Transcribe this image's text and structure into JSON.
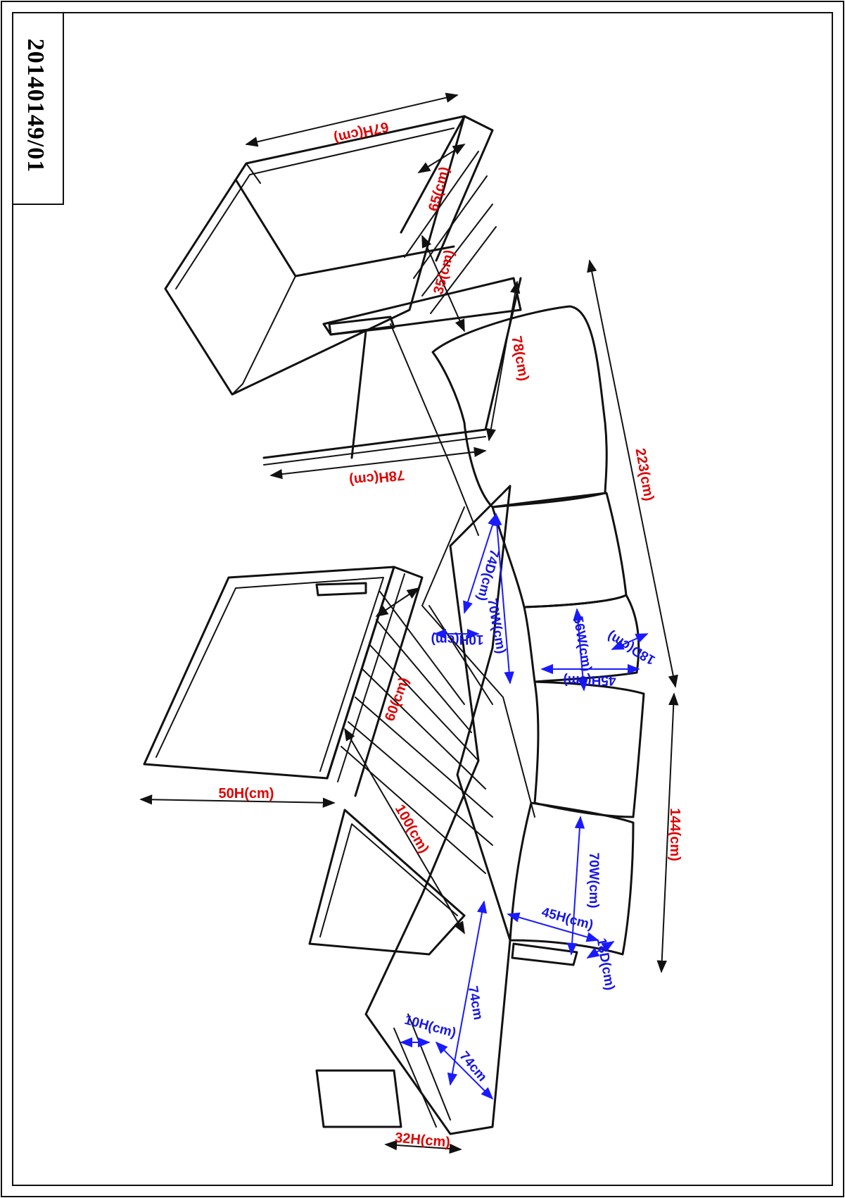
{
  "drawing": {
    "code": "20140149/01",
    "accent_colors": {
      "primary_dimension": "#e00000",
      "secondary_dimension": "#1515e6"
    }
  },
  "dimensions": {
    "d_67h": "67H(cm)",
    "d_65": "65(cm)",
    "d_35": "35(cm)",
    "d_78": "78(cm)",
    "d_78h": "78H(cm)",
    "d_223": "223(cm)",
    "d_74d": "74D(cm)",
    "d_70w_a": "70W(cm)",
    "d_10h_a": "10H(cm)",
    "d_56w": "56W(cm)",
    "d_45h_a": "45H(cm)",
    "d_18d_a": "18D(cm)",
    "d_60": "60(cm)",
    "d_50h": "50H(cm)",
    "d_100": "100(cm)",
    "d_144": "144(cm)",
    "d_70w_b": "70W(cm)",
    "d_45h_b": "45H(cm)",
    "d_18d_b": "18D(cm)",
    "d_74_a": "74cm",
    "d_10h_b": "10H(cm)",
    "d_74_b": "74cm",
    "d_32h": "32H(cm)"
  }
}
